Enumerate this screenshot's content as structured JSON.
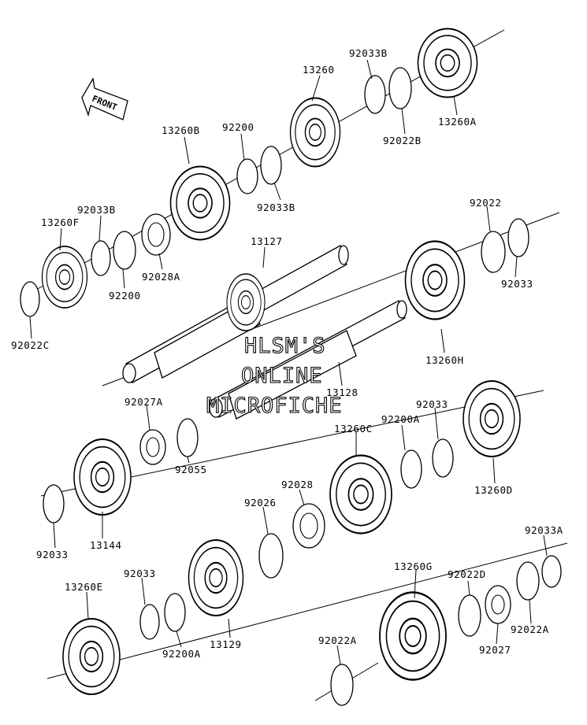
{
  "diagram": {
    "front_label": "FRONT",
    "watermark": [
      "HLSM'S",
      "ONLINE",
      "MICROFICHE"
    ],
    "parts": [
      {
        "id": "p0",
        "label": "92033B"
      },
      {
        "id": "p1",
        "label": "13260"
      },
      {
        "id": "p2",
        "label": "13260A"
      },
      {
        "id": "p3",
        "label": "92022B"
      },
      {
        "id": "p4",
        "label": "13260B"
      },
      {
        "id": "p5",
        "label": "92200"
      },
      {
        "id": "p6",
        "label": "92033B"
      },
      {
        "id": "p7",
        "label": "92033B"
      },
      {
        "id": "p8",
        "label": "13260F"
      },
      {
        "id": "p9",
        "label": "92028A"
      },
      {
        "id": "p10",
        "label": "92200"
      },
      {
        "id": "p11",
        "label": "92022C"
      },
      {
        "id": "p12",
        "label": "13127"
      },
      {
        "id": "p13",
        "label": "92022"
      },
      {
        "id": "p14",
        "label": "92033"
      },
      {
        "id": "p15",
        "label": "13260H"
      },
      {
        "id": "p16",
        "label": "13128"
      },
      {
        "id": "p17",
        "label": "92027A"
      },
      {
        "id": "p18",
        "label": "92055"
      },
      {
        "id": "p19",
        "label": "92033"
      },
      {
        "id": "p20",
        "label": "13144"
      },
      {
        "id": "p21",
        "label": "13260C"
      },
      {
        "id": "p22",
        "label": "92200A"
      },
      {
        "id": "p23",
        "label": "92033"
      },
      {
        "id": "p24",
        "label": "13260D"
      },
      {
        "id": "p25",
        "label": "92028"
      },
      {
        "id": "p26",
        "label": "92026"
      },
      {
        "id": "p27",
        "label": "92033A"
      },
      {
        "id": "p28",
        "label": "92033"
      },
      {
        "id": "p29",
        "label": "13260E"
      },
      {
        "id": "p30",
        "label": "92200A"
      },
      {
        "id": "p31",
        "label": "13129"
      },
      {
        "id": "p32",
        "label": "13260G"
      },
      {
        "id": "p33",
        "label": "92022D"
      },
      {
        "id": "p34",
        "label": "92022A"
      },
      {
        "id": "p35",
        "label": "92027"
      },
      {
        "id": "p36",
        "label": "92022A"
      }
    ]
  }
}
